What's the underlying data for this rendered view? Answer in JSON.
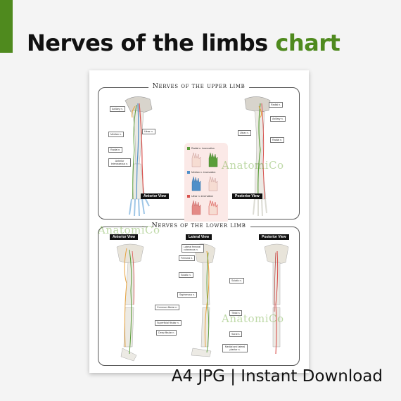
{
  "headline": {
    "prefix": "Nerves of the limbs",
    "accent": "chart"
  },
  "colors": {
    "accent": "#4f8a1e",
    "radial": "#5a9e3a",
    "median": "#4f8fc9",
    "ulnar": "#d9534f"
  },
  "upper": {
    "title": "Nerves of the upper limb",
    "anterior_labels": [
      "Axillary n.",
      "Median n.",
      "Radial n.",
      "Anterior interosseous n."
    ],
    "ulnar_label": "Ulnar n.",
    "posterior_labels": [
      "Radial n.",
      "Axillary n.",
      "Radial n."
    ],
    "anterior_view": "Anterior View",
    "posterior_view": "Posterior View",
    "innervation": {
      "radial": "Radial n. innervation",
      "median": "Median n. innervation",
      "ulnar": "Ulnar n. innervation"
    }
  },
  "lower": {
    "title": "Nerves of the lower limb",
    "anterior_view": "Anterior View",
    "lateral_view": "Lateral View",
    "posterior_view": "Posterior View",
    "labels": [
      "Lateral femoral cutaneous n.",
      "Femoral n.",
      "Sciatic n.",
      "Saphenous n.",
      "Common fibular n.",
      "Superficial fibular n.",
      "Deep fibular n."
    ],
    "right_labels": [
      "Sciatic n.",
      "Tibial n.",
      "Sural n.",
      "Medial and lateral plantar n."
    ]
  },
  "watermark": "AnatomiCo",
  "footer": "A4 JPG | Instant Download"
}
